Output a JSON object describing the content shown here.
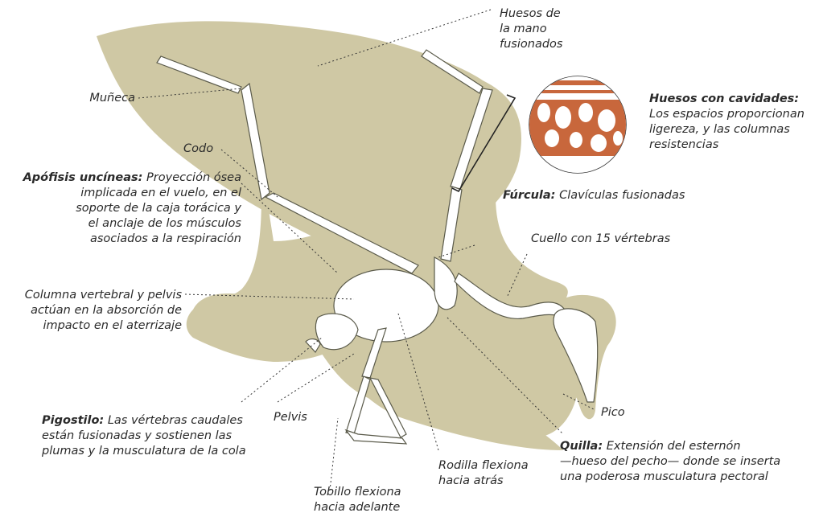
{
  "labels": {
    "huesos_mano": {
      "line1": "Huesos de",
      "line2": "la mano",
      "line3": "fusionados"
    },
    "muneca": "Muñeca",
    "codo": "Codo",
    "apofisis": {
      "title": "Apófisis uncíneas:",
      "line1": "Proyección ósea",
      "line2": "implicada en el vuelo, en el",
      "line3": "soporte de la caja torácica y",
      "line4": "el anclaje de los músculos",
      "line5": "asociados a la respiración"
    },
    "cavidades": {
      "title": "Huesos con cavidades:",
      "line1": "Los espacios proporcionan",
      "line2": "ligereza, y las columnas",
      "line3": "resistencias"
    },
    "furcula": {
      "title": "Fúrcula:",
      "text": "Clavículas fusionadas"
    },
    "cuello": "Cuello con 15 vértebras",
    "columna": {
      "line1": "Columna vertebral y pelvis",
      "line2": "actúan en la absorción de",
      "line3": "impacto en el aterrizaje"
    },
    "pigostilo": {
      "title": "Pigostilo:",
      "line1": "Las vértebras caudales",
      "line2": "están fusionadas y sostienen las",
      "line3": "plumas y la musculatura de la cola"
    },
    "pelvis": "Pelvis",
    "pico": "Pico",
    "quilla": {
      "title": "Quilla:",
      "line1": "Extensión del esternón",
      "line2": "—hueso del pecho— donde se inserta",
      "line3": "una poderosa musculatura pectoral"
    },
    "rodilla": {
      "line1": "Rodilla flexiona",
      "line2": "hacia atrás"
    },
    "tobillo": {
      "line1": "Tobillo flexiona",
      "line2": "hacia adelante"
    }
  },
  "colors": {
    "silhouette": "#cfc8a4",
    "bone": "#ffffff",
    "bone_outline": "#5a5a4a",
    "cavity": "#c8673c",
    "text": "#2a2a2a"
  }
}
